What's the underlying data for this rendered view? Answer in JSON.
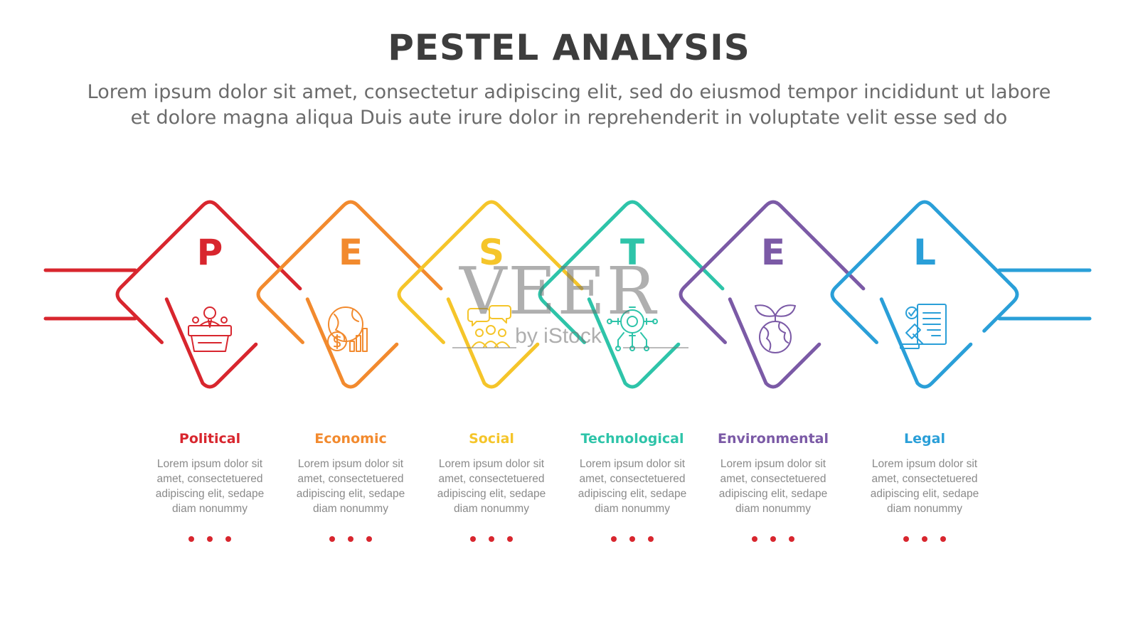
{
  "header": {
    "title": "PESTEL ANALYSIS",
    "subtitle_line1": "Lorem ipsum dolor sit amet, consectetur adipiscing elit, sed do eiusmod tempor incididunt ut labore",
    "subtitle_line2": "et dolore magna aliqua Duis aute irure dolor in reprehenderit in voluptate velit esse sed do"
  },
  "items": [
    {
      "letter": "P",
      "name": "Political",
      "color": "#d8262e",
      "icon": "podium-speaker-icon",
      "desc": [
        "Lorem ipsum dolor sit",
        "amet, consectetuered",
        "adipiscing elit, sedape",
        "diam nonummy"
      ]
    },
    {
      "letter": "E",
      "name": "Economic",
      "color": "#f28a2e",
      "icon": "globe-money-chart-icon",
      "desc": [
        "Lorem ipsum dolor sit",
        "amet, consectetuered",
        "adipiscing elit, sedape",
        "diam nonummy"
      ]
    },
    {
      "letter": "S",
      "name": "Social",
      "color": "#f5c52a",
      "icon": "people-chat-icon",
      "desc": [
        "Lorem ipsum dolor sit",
        "amet, consectetuered",
        "adipiscing elit, sedape",
        "diam nonummy"
      ]
    },
    {
      "letter": "T",
      "name": "Technological",
      "color": "#2ec4a9",
      "icon": "circuit-gear-icon",
      "desc": [
        "Lorem ipsum dolor sit",
        "amet, consectetuered",
        "adipiscing elit, sedape",
        "diam nonummy"
      ]
    },
    {
      "letter": "E",
      "name": "Environmental",
      "color": "#7b5aa6",
      "icon": "globe-leaves-icon",
      "desc": [
        "Lorem ipsum dolor sit",
        "amet, consectetuered",
        "adipiscing elit, sedape",
        "diam nonummy"
      ]
    },
    {
      "letter": "L",
      "name": "Legal",
      "color": "#2a9fd8",
      "icon": "gavel-document-icon",
      "desc": [
        "Lorem ipsum dolor sit",
        "amet, consectetuered",
        "adipiscing elit, sedape",
        "diam nonummy"
      ]
    }
  ],
  "dots_color": "#d8262e",
  "watermark": {
    "main": "VEER",
    "sub": "by iStock"
  }
}
